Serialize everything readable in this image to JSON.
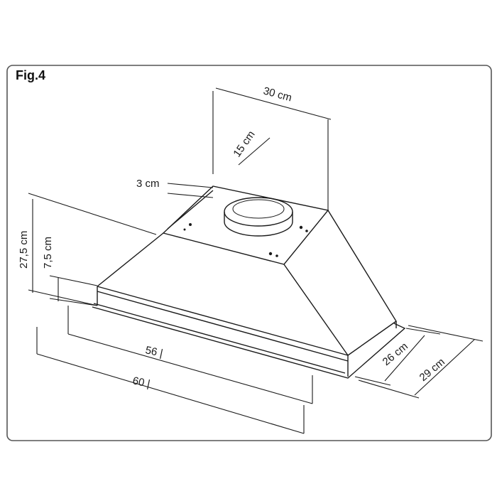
{
  "figure": {
    "label": "Fig.4"
  },
  "dimensions": {
    "duct_width": "30 cm",
    "duct_diameter": "15 cm",
    "collar_height": "3 cm",
    "total_height": "27,5 cm",
    "body_height": "7,5 cm",
    "inner_width": "56 |",
    "total_width": "60 |",
    "inner_depth": "26 cm",
    "total_depth": "29 cm"
  },
  "colors": {
    "line": "#1a1a1a",
    "frame": "#555555"
  }
}
